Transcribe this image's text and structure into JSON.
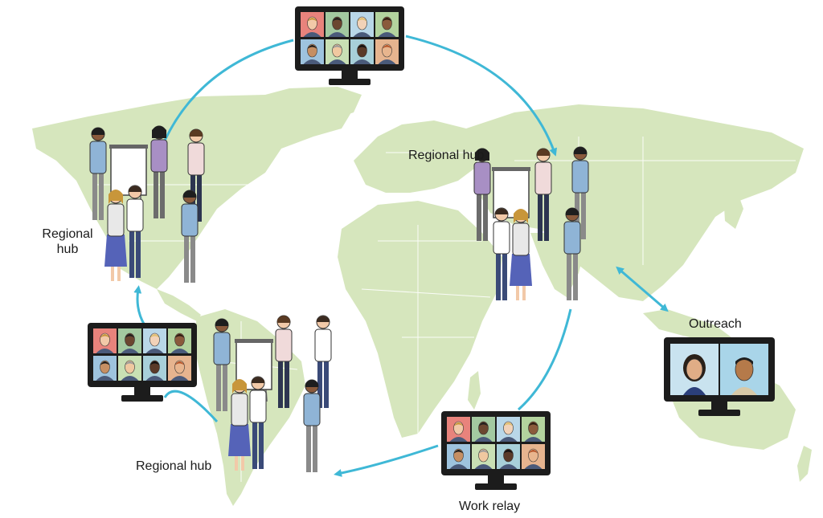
{
  "labels": {
    "hub_north_america": [
      "Regional",
      "hub"
    ],
    "hub_asia": "Regional hub",
    "hub_south_america": "Regional hub",
    "outreach": "Outreach",
    "work_relay": "Work relay"
  },
  "colors": {
    "ocean": "#ffffff",
    "land": "#d6e6bd",
    "land_border": "#ffffff",
    "arrow": "#3fb8d6",
    "monitor_frame": "#1c1c1c",
    "skin": "#f2c9a8",
    "shirt_blue": "#8fb4d6",
    "shirt_purple": "#a88fc4",
    "pants_dark": "#2d3550",
    "pants_grey": "#8a8a8a"
  },
  "video_tiles": [
    "#e8837c",
    "#a3c9a0",
    "#b9d7e8",
    "#b3d39e",
    "#9ec3de",
    "#c9e0b4",
    "#a8d0d9",
    "#e6b48f"
  ]
}
